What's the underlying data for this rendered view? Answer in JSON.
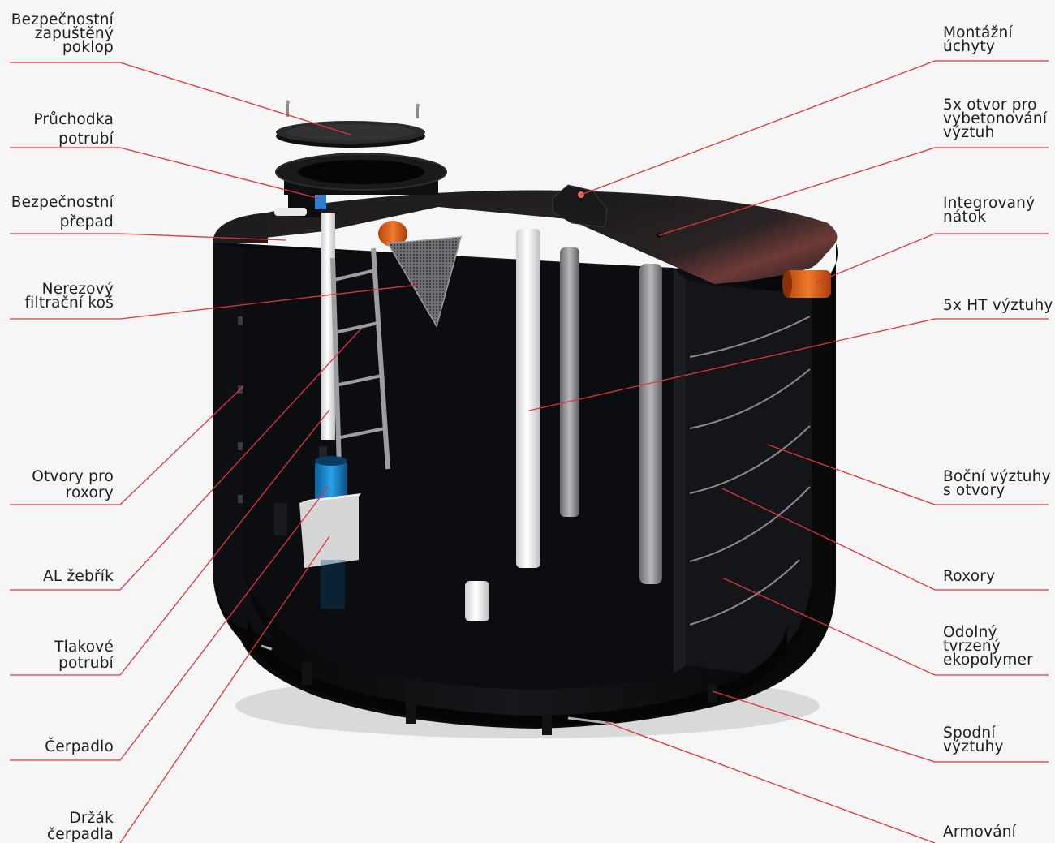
{
  "colors": {
    "leader": "#e0343c",
    "background": "#f5f6f5",
    "tank": "#0d0e10",
    "pump": "#1f8fd6",
    "inlet": "#e2621b"
  },
  "labels_left": [
    {
      "id": "bezpecnostni-zapusteny-poklop",
      "text": "Bezpečnostní\nzapuštěný\npoklop"
    },
    {
      "id": "pruchodka-potrubi",
      "text": "Průchodka\npotrubí"
    },
    {
      "id": "bezpecnostni-prepad",
      "text": "Bezpečnostní\npřepad"
    },
    {
      "id": "nerezovy-filtracni-kos",
      "text": "Nerezový\nfiltrační koš"
    },
    {
      "id": "otvory-pro-roxory",
      "text": "Otvory pro\nroxory"
    },
    {
      "id": "al-zebrik",
      "text": "AL žebřík"
    },
    {
      "id": "tlakove-potrubi",
      "text": "Tlakové\npotrubí"
    },
    {
      "id": "cerpadlo",
      "text": "Čerpadlo"
    },
    {
      "id": "drzak-cerpadla",
      "text": "Držák\nčerpadla"
    }
  ],
  "labels_right": [
    {
      "id": "montazni-uchyty",
      "text": "Montážní\núchyty"
    },
    {
      "id": "otvor-pro-vybetonovani-vyztuh",
      "text": "5x otvor pro\nvybetonování\nvýztuh"
    },
    {
      "id": "integrovany-natok",
      "text": "Integrovaný\nnátok"
    },
    {
      "id": "ht-vyztuhy",
      "text": "5x HT výztuhy"
    },
    {
      "id": "bocni-vyztuhy-s-otvory",
      "text": "Boční výztuhy\ns otvory"
    },
    {
      "id": "roxory",
      "text": "Roxory"
    },
    {
      "id": "odolny-tvrzeny-ekopolymer",
      "text": "Odolný\ntvrzený\nekopolymer"
    },
    {
      "id": "spodni-vyztuhy",
      "text": "Spodní\nvýztuhy"
    },
    {
      "id": "armovani",
      "text": "Armování"
    }
  ]
}
